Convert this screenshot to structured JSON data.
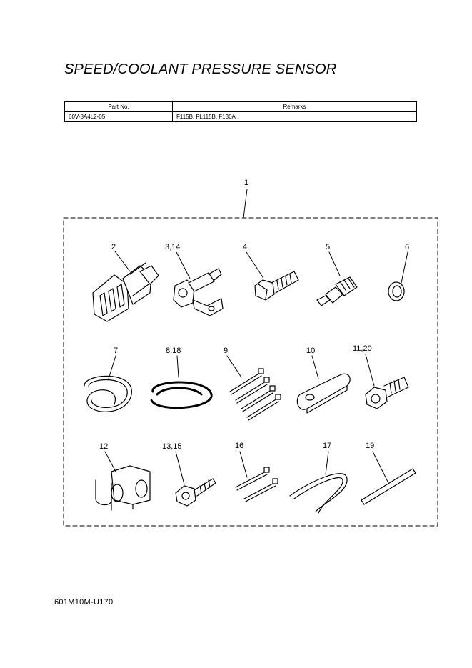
{
  "page_title": "SPEED/COOLANT PRESSURE SENSOR",
  "table": {
    "headers": [
      "Part No.",
      "Remarks"
    ],
    "rows": [
      [
        "60V-8A4L2-05",
        "F115B, FL115B, F130A"
      ]
    ]
  },
  "callouts": {
    "n1": "1",
    "n2": "2",
    "n3": "3,14",
    "n4": "4",
    "n5": "5",
    "n6": "6",
    "n7": "7",
    "n8": "8,18",
    "n9": "9",
    "n10": "10",
    "n11": "11,20",
    "n12": "12",
    "n13": "13,15",
    "n16": "16",
    "n17": "17",
    "n19": "19"
  },
  "footer_code": "601M10M-U170",
  "colors": {
    "line": "#000000",
    "paper": "#ffffff"
  }
}
